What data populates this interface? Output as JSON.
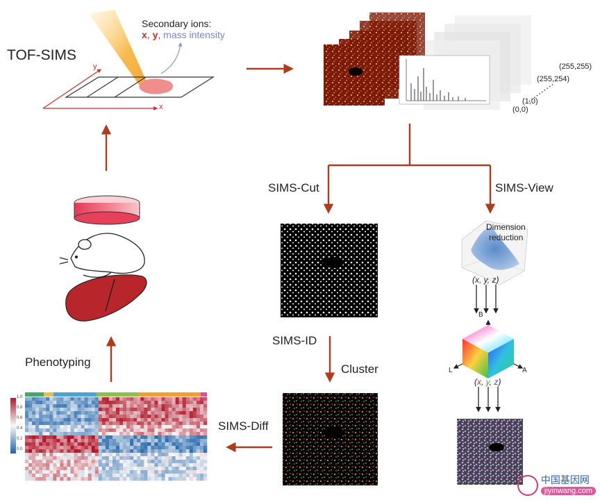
{
  "labels": {
    "tofsims": "TOF-SIMS",
    "secondary_ions": "Secondary ions:",
    "x": "x",
    "y": "y",
    "comma1": ",",
    "comma2": ",",
    "mass_intensity": "mass intensity",
    "axis_x": "x",
    "axis_y": "y",
    "sims_cut": "SIMS-Cut",
    "sims_view": "SIMS-View",
    "sims_id": "SIMS-ID",
    "cluster": "Cluster",
    "sims_diff": "SIMS-Diff",
    "phenotyping": "Phenotyping",
    "dimension_reduction_1": "Dimension",
    "dimension_reduction_2": "reduction",
    "xyz": "(x, y, z)",
    "cube_b": "B",
    "cube_l": "L",
    "cube_a": "A",
    "xyz2_x": "x",
    "xyz2_y": "y",
    "xyz2_z": "z",
    "coord_255_255": "(255,255)",
    "coord_255_254": "(255,254)",
    "coord_1_0": "(1,0)",
    "coord_0_0": "(0,0)"
  },
  "heatmap_scale": [
    "1.0",
    "0.8",
    "0.6",
    "0.4",
    "0.2",
    "0.0"
  ],
  "watermark": {
    "cn": "中国基因网",
    "en": "jiyinwang.com"
  },
  "colors": {
    "arrow": "#b03a1e",
    "red_label": "#d12b2b",
    "blue_label": "#7a86c4",
    "laser": "#f4b942",
    "sample": "#f08d8d",
    "liver": "#b8262b",
    "dish": "#e24a60"
  }
}
